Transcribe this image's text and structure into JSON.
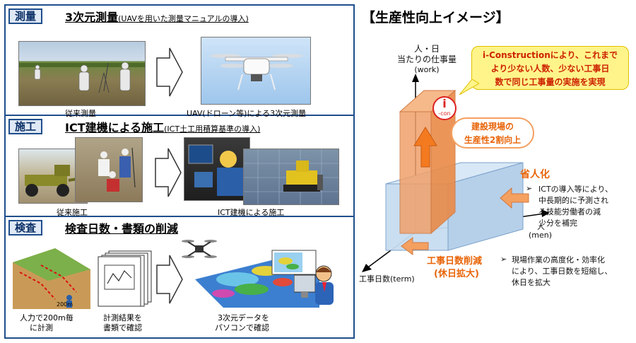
{
  "survey": {
    "tag": "測量",
    "title": "3次元測量",
    "subtitle": "(UAVを用いた測量マニュアルの導入)",
    "caption_left": "従来測量",
    "caption_right": "UAV(ドローン等)による3次元測量"
  },
  "construction": {
    "tag": "施工",
    "title": "ICT建機による施工",
    "subtitle": "(ICT土工用積算基準の導入)",
    "caption_left": "従来施工",
    "caption_right": "ICT建機による施工"
  },
  "inspection": {
    "tag": "検査",
    "title": "検査日数・書類の削減",
    "caption_1a": "人力で200m毎",
    "caption_1b": "に計測",
    "caption_2a": "計測結果を",
    "caption_2b": "書類で確認",
    "caption_3a": "3次元データを",
    "caption_3b": "パソコンで確認",
    "small_label": "200m"
  },
  "right": {
    "title": "【生産性向上イメージ】",
    "yaxis_line1": "人・日",
    "yaxis_line2": "当たりの仕事量",
    "yaxis_line3": "(work)",
    "callout_line1": "i-Constructionにより、これまで",
    "callout_line2": "より少ない人数、少ない工事日",
    "callout_line3": "数で同じ工事量の実施を実現",
    "logo_text": "i",
    "logo_sub": "-con",
    "productivity_line1": "建設現場の",
    "productivity_line2": "生産性2割向上",
    "labor_title": "省人化",
    "labor_line1": "ICTの導入等により、",
    "labor_line2": "中長期的に予測され",
    "labor_line3": "る技能労働者の減",
    "labor_line4": "少分を補完",
    "men_line1": "人",
    "men_line2": "(men)",
    "days_title_line1": "工事日数削減",
    "days_title_line2": "(休日拡大)",
    "days_line1": "現場作業の高度化・効率化",
    "days_line2": "により、工事日数を短縮し、",
    "days_line3": "休日を拡大",
    "term_label": "工事日数(term)",
    "bullet": "➢"
  },
  "colors": {
    "frame": "#1f4e8c",
    "orange": "#f08a3c",
    "orange_text": "#e8650a",
    "blue_box": "#bcd6ef",
    "callout_bg": "#fff48a",
    "callout_text": "#cc2200"
  }
}
